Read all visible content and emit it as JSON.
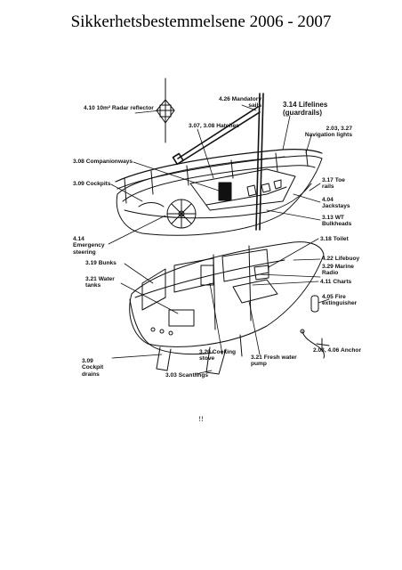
{
  "page": {
    "title": "Sikkerhetsbestemmelsene 2006 - 2007",
    "footnote": "!!"
  },
  "labels": {
    "radar": {
      "num": "4.10",
      "text": "10m² Radar reflector"
    },
    "sails": {
      "num": "4.26",
      "text": "Mandatory sails"
    },
    "lifelines": {
      "num": "3.14",
      "text": "Lifelines (guardrails)"
    },
    "hatches": {
      "num": "3.07, 3.08",
      "text": "Hatches"
    },
    "navlights": {
      "num": "2.03, 3.27",
      "text": "Navigation lights"
    },
    "companionways": {
      "num": "3.08",
      "text": "Companionways"
    },
    "cockpits": {
      "num": "3.09",
      "text": "Cockpits"
    },
    "toerails": {
      "num": "3.17",
      "text": "Toe rails"
    },
    "jackstays": {
      "num": "4.04",
      "text": "Jackstays"
    },
    "bulkheads": {
      "num": "3.13",
      "text": "WT Bulkheads"
    },
    "steering": {
      "num": "4.14",
      "text": "Emergency steering"
    },
    "toilet": {
      "num": "3.18",
      "text": "Toilet"
    },
    "lifebuoy": {
      "num": "4.22",
      "text": "Lifebuoy"
    },
    "bunks": {
      "num": "3.19",
      "text": "Bunks"
    },
    "radio": {
      "num": "3.29",
      "text": "Marine Radio"
    },
    "watertanks": {
      "num": "3.21",
      "text": "Water tanks"
    },
    "charts": {
      "num": "4.11",
      "text": "Charts"
    },
    "fire": {
      "num": "4.05",
      "text": "Fire extinguisher"
    },
    "anchor": {
      "num": "2.03, 4.06",
      "text": "Anchor"
    },
    "drains": {
      "num": "3.09",
      "text": "Cockpit drains"
    },
    "stove": {
      "num": "3.20",
      "text": "Cooking stove"
    },
    "pump": {
      "num": "3.21",
      "text": "Fresh water pump"
    },
    "scantlings": {
      "num": "3.03",
      "text": "Scantlings"
    }
  }
}
